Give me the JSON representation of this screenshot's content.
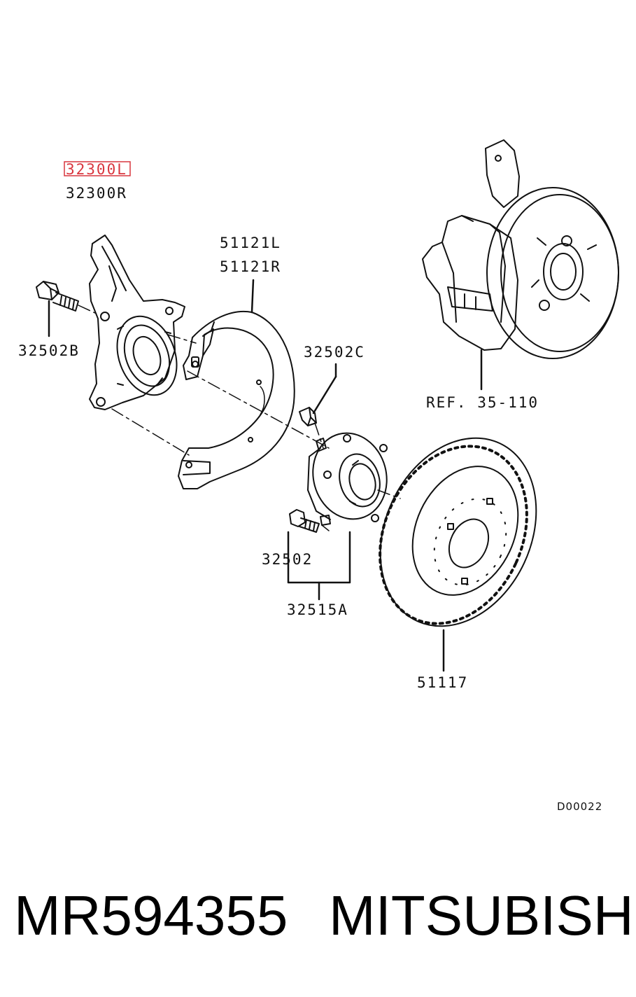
{
  "labels": {
    "knuckle_left": "32300L",
    "knuckle_right": "32300R",
    "bolt_knuckle": "32502B",
    "shield_left": "51121L",
    "shield_right": "51121R",
    "bolt_shield": "32502C",
    "reference": "REF. 35-110",
    "hub_bolt": "32502",
    "hub_assembly": "32515A",
    "rotor": "51117",
    "diagram_code": "D00022"
  },
  "highlight_color": "#d9363e",
  "footer": {
    "part_number": "MR594355",
    "brand": "MITSUBISHI"
  }
}
